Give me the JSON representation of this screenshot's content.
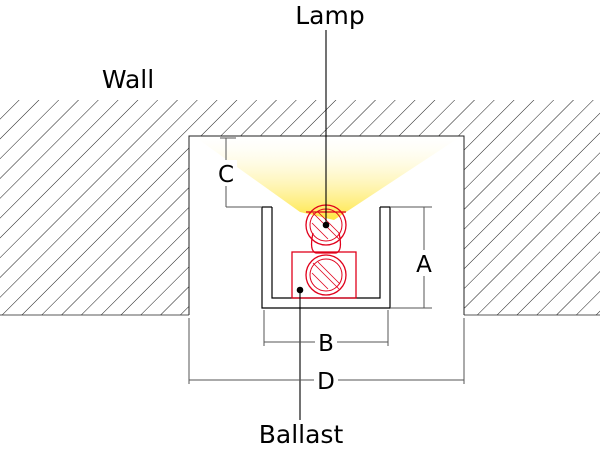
{
  "labels": {
    "lamp": "Lamp",
    "wall": "Wall",
    "ballast": "Ballast",
    "dim_a": "A",
    "dim_b": "B",
    "dim_c": "C",
    "dim_d": "D"
  },
  "colors": {
    "hatch": "#000000",
    "lamp_outline": "#e0001b",
    "light": "#ffee55",
    "channel": "#000000",
    "dimension_lines": "#555555"
  }
}
